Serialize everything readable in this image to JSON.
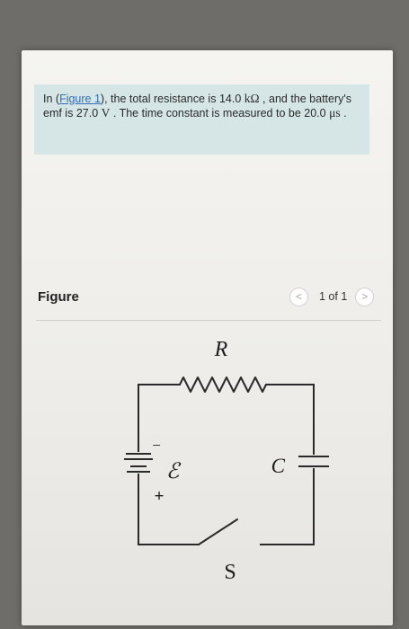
{
  "problem": {
    "text_before": "In (",
    "figure_link": "Figure 1",
    "text_mid1": "), the total resistance is ",
    "resistance_value": "14.0",
    "resistance_unit": "kΩ",
    "text_mid2": ", and the battery's emf is ",
    "emf_value": "27.0",
    "emf_unit": "V",
    "text_mid3": ". The time constant is measured to be ",
    "tau_value": "20.0",
    "tau_unit": "μs",
    "text_end": "."
  },
  "figure_section": {
    "label": "Figure",
    "prev_glyph": "<",
    "page_indicator": "1 of 1",
    "next_glyph": ">"
  },
  "circuit": {
    "resistor_label": "R",
    "emf_symbol": "ℰ",
    "capacitor_label": "C",
    "switch_label": "S",
    "minus_sign": "−",
    "plus_sign": "+"
  }
}
